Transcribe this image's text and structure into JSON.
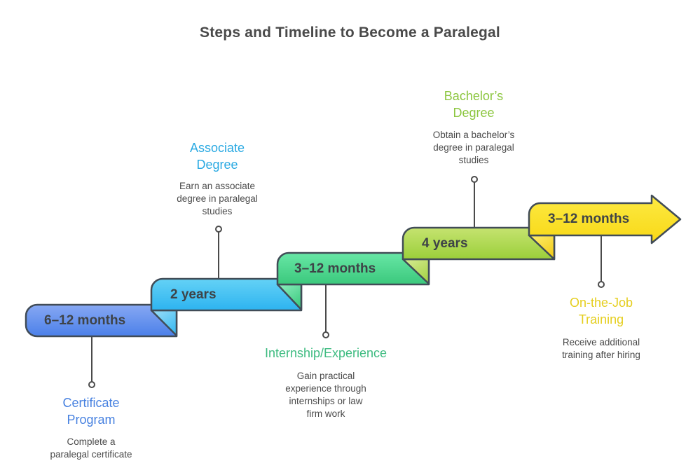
{
  "title": "Steps and Timeline to Become a Paralegal",
  "colors": {
    "background": "#ffffff",
    "outline": "#414c57",
    "connector": "#4a4a4a",
    "title_text": "#4a4a4a",
    "bar_text": "#3e4347",
    "desc_text": "#4a4a4a"
  },
  "steps": [
    {
      "duration": "6–12 months",
      "name": [
        "Certificate",
        "Program"
      ],
      "description": [
        "Complete a",
        "paralegal certificate"
      ],
      "colors": {
        "bar_light": "#87a8f3",
        "bar_dark": "#4b80e9",
        "label": "#4781e0"
      }
    },
    {
      "duration": "2 years",
      "name": [
        "Associate",
        "Degree"
      ],
      "description": [
        "Earn an associate",
        "degree in paralegal",
        "studies"
      ],
      "colors": {
        "bar_light": "#64d2f6",
        "bar_dark": "#2db3f0",
        "fold_light": "#9edff8",
        "fold_dark": "#3cbbf1",
        "label": "#29a9e2"
      }
    },
    {
      "duration": "3–12 months",
      "name": [
        "Internship/Experience"
      ],
      "description": [
        "Gain practical",
        "experience through",
        "internships or law",
        "firm work"
      ],
      "colors": {
        "bar_light": "#68e7a6",
        "bar_dark": "#3bc87c",
        "fold_light": "#8feec0",
        "fold_dark": "#3ecb80",
        "label": "#3dbb80"
      }
    },
    {
      "duration": "4 years",
      "name": [
        "Bachelor’s",
        "Degree"
      ],
      "description": [
        "Obtain a bachelor’s",
        "degree in paralegal",
        "studies"
      ],
      "colors": {
        "bar_light": "#c5e370",
        "bar_dark": "#9bcf3a",
        "fold_light": "#d8ec95",
        "fold_dark": "#a7d348",
        "label": "#8cc63f"
      }
    },
    {
      "duration": "3–12 months",
      "name": [
        "On-the-Job",
        "Training"
      ],
      "description": [
        "Receive additional",
        "training after hiring"
      ],
      "colors": {
        "bar_light": "#fdea43",
        "bar_dark": "#f8d816",
        "fold_light": "#ffee6e",
        "fold_dark": "#f2cd1d",
        "label": "#e5ce1f"
      }
    }
  ]
}
